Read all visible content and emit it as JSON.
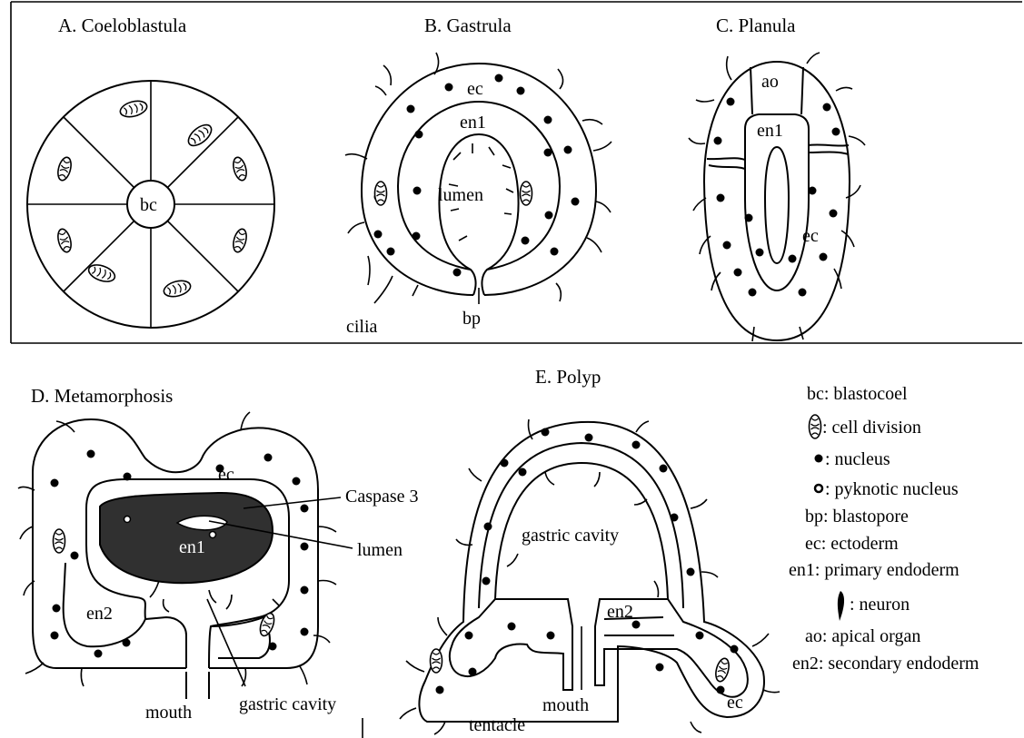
{
  "panels": {
    "a": {
      "title": "A. Coeloblastula",
      "bc": "bc"
    },
    "b": {
      "title": "B. Gastrula",
      "ec": "ec",
      "en1": "en1",
      "lumen": "lumen",
      "cilia": "cilia",
      "bp": "bp"
    },
    "c": {
      "title": "C. Planula",
      "ao": "ao",
      "en1": "en1",
      "ec": "ec"
    },
    "d": {
      "title": "D. Metamorphosis",
      "ec": "ec",
      "caspase": "Caspase 3",
      "en1": "en1",
      "lumen": "lumen",
      "en2": "en2",
      "mouth": "mouth",
      "gastric": "gastric cavity"
    },
    "e": {
      "title": "E. Polyp",
      "gastric": "gastric cavity",
      "en2": "en2",
      "mouth": "mouth",
      "tentacle": "tentacle",
      "ec": "ec"
    }
  },
  "legend": {
    "bc": "bc: blastocoel",
    "division": ": cell division",
    "nucleus": ": nucleus",
    "pyknotic": ": pyknotic nucleus",
    "bp": "bp: blastopore",
    "ec": "ec: ectoderm",
    "en1": "en1: primary endoderm",
    "neuron": ": neuron",
    "ao": "ao: apical organ",
    "en2": "en2: secondary endoderm"
  }
}
